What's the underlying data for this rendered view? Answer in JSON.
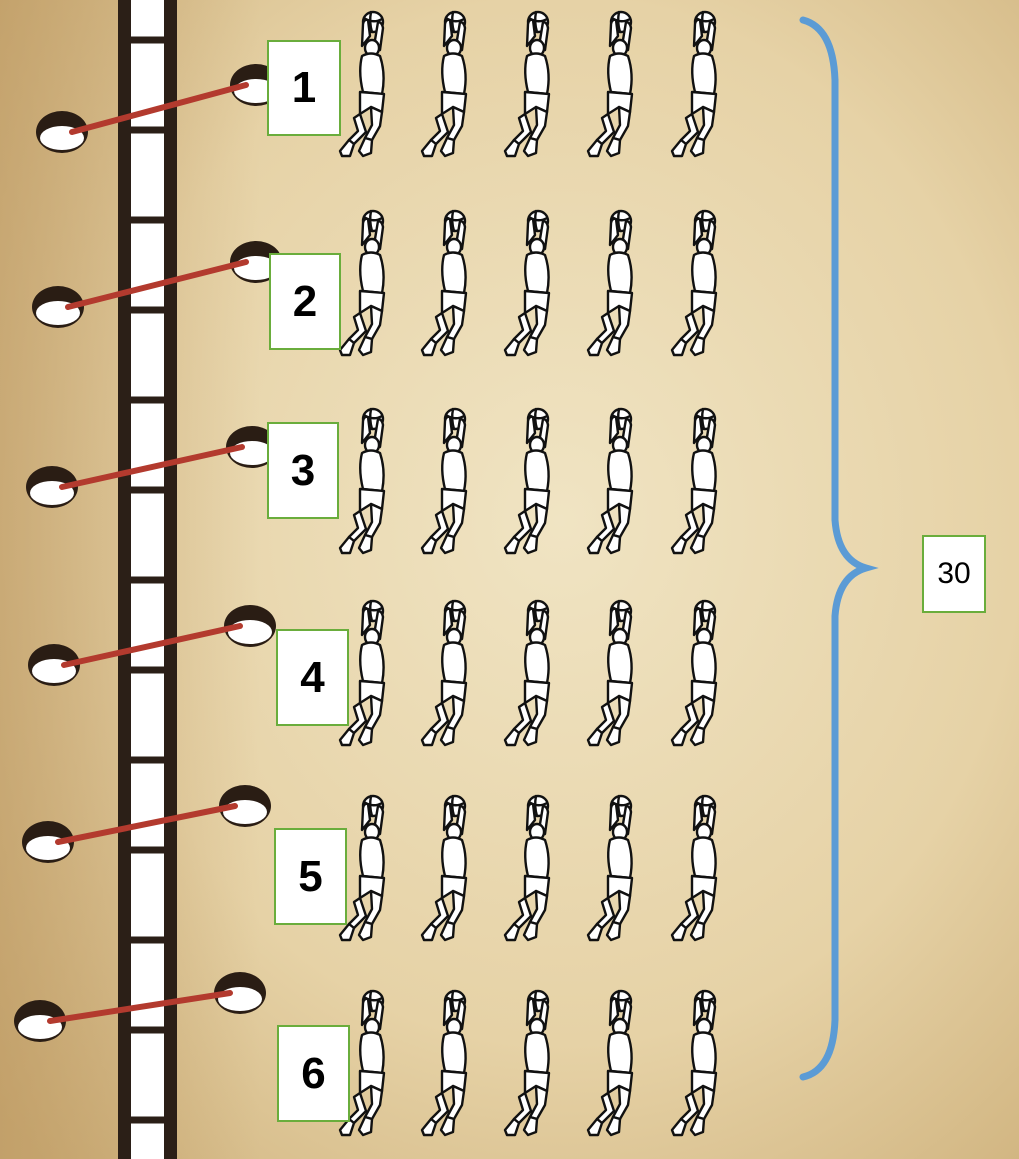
{
  "rows": [
    {
      "label": "1",
      "count": 5
    },
    {
      "label": "2",
      "count": 5
    },
    {
      "label": "3",
      "count": 5
    },
    {
      "label": "4",
      "count": 5
    },
    {
      "label": "5",
      "count": 5
    },
    {
      "label": "6",
      "count": 5
    }
  ],
  "total": "30",
  "figure_icon": "basketball-player-icon",
  "colors": {
    "paper": "#e6d4a8",
    "brace": "#5b9bd5",
    "label_border": "#6aad3c",
    "binding_cord": "#b33a2e",
    "spine": "#2b1f17"
  }
}
